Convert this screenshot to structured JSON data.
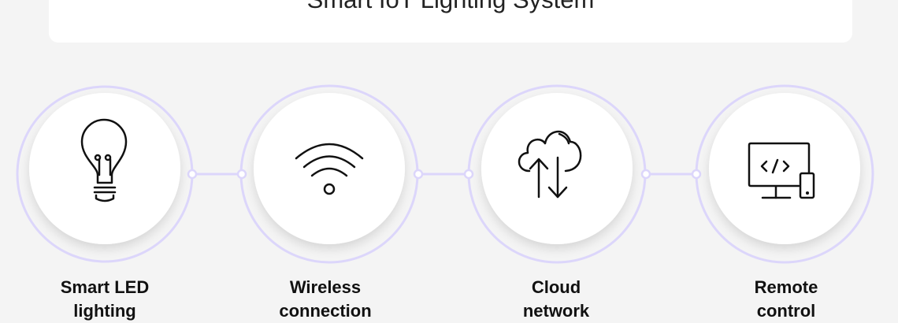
{
  "title": "Smart IoT Lighting System",
  "colors": {
    "ring": "#dcd6fb",
    "background": "#f4f4f4",
    "icon": "#111111"
  },
  "steps": [
    {
      "label_line1": "Smart LED",
      "label_line2": "lighting",
      "icon": "lightbulb-icon"
    },
    {
      "label_line1": "Wireless",
      "label_line2": "connection",
      "icon": "wifi-icon"
    },
    {
      "label_line1": "Cloud",
      "label_line2": "network",
      "icon": "cloud-upload-download-icon"
    },
    {
      "label_line1": "Remote",
      "label_line2": "control",
      "icon": "monitor-code-phone-icon"
    }
  ]
}
